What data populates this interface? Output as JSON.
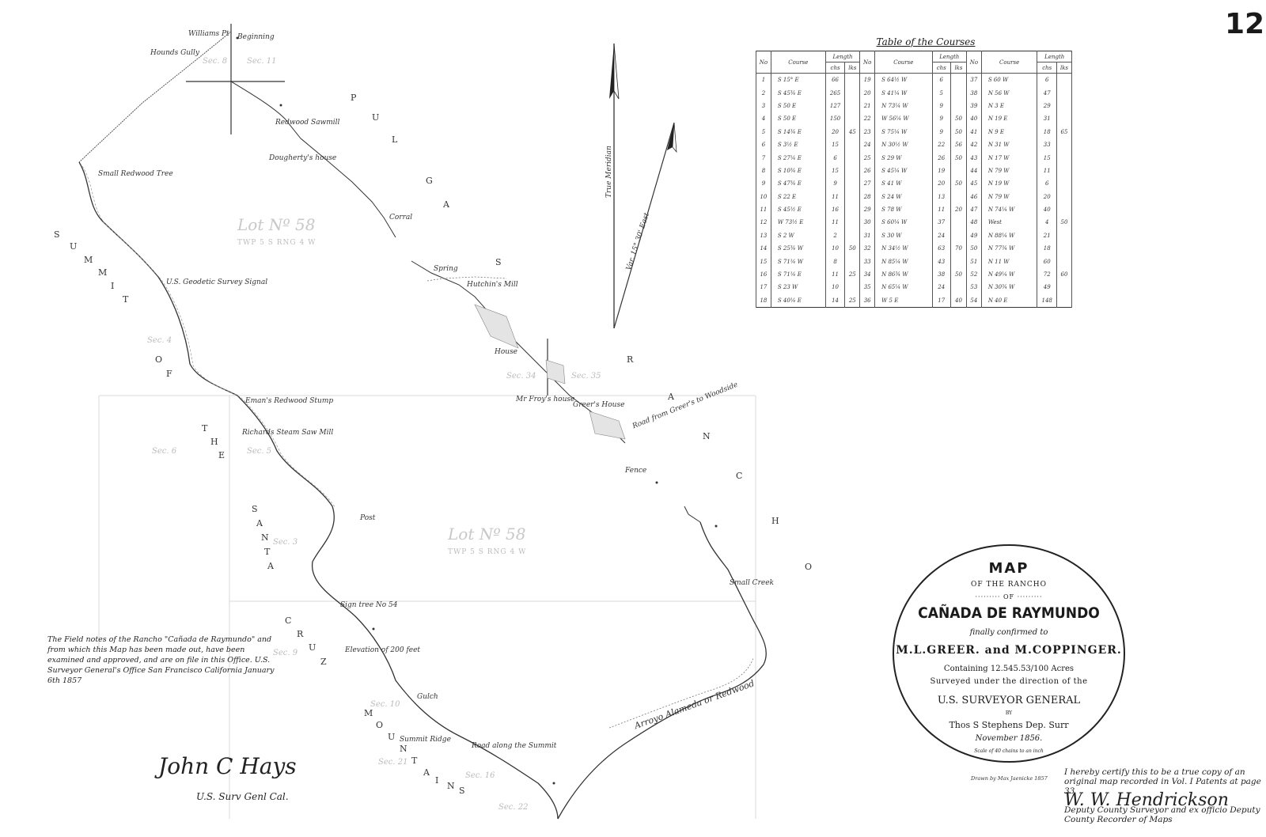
{
  "page_number": "12",
  "table": {
    "title": "Table of the Courses",
    "headers": [
      "No",
      "Course",
      "Length",
      "No",
      "Course",
      "Length",
      "No",
      "Course",
      "Length"
    ],
    "sub_headers": [
      "chs",
      "lks"
    ],
    "rows": [
      [
        "1",
        "S 15° E",
        "66",
        "",
        "19",
        "S 64½ W",
        "6",
        "",
        "37",
        "S 60 W",
        "6",
        ""
      ],
      [
        "2",
        "S 45¾ E",
        "265",
        "",
        "20",
        "S 41¼ W",
        "5",
        "",
        "38",
        "N 56 W",
        "47",
        ""
      ],
      [
        "3",
        "S 50 E",
        "127",
        "",
        "21",
        "N 73¼ W",
        "9",
        "",
        "39",
        "N 3 E",
        "29",
        ""
      ],
      [
        "4",
        "S 50 E",
        "150",
        "",
        "22",
        "W 56¼ W",
        "9",
        "50",
        "40",
        "N 19 E",
        "31",
        ""
      ],
      [
        "5",
        "S 14¾ E",
        "20",
        "45",
        "23",
        "S 75¼ W",
        "9",
        "50",
        "41",
        "N 9 E",
        "18",
        "65"
      ],
      [
        "6",
        "S 3½ E",
        "15",
        "",
        "24",
        "N 30½ W",
        "22",
        "56",
        "42",
        "N 31 W",
        "33",
        ""
      ],
      [
        "7",
        "S 27¼ E",
        "6",
        "",
        "25",
        "S 29 W",
        "26",
        "50",
        "43",
        "N 17 W",
        "15",
        ""
      ],
      [
        "8",
        "S 10¾ E",
        "15",
        "",
        "26",
        "S 45¼ W",
        "19",
        "",
        "44",
        "N 79 W",
        "11",
        ""
      ],
      [
        "9",
        "S 47¾ E",
        "9",
        "",
        "27",
        "S 41 W",
        "20",
        "50",
        "45",
        "N 19 W",
        "6",
        ""
      ],
      [
        "10",
        "S 22 E",
        "11",
        "",
        "28",
        "S 24 W",
        "13",
        "",
        "46",
        "N 79 W",
        "20",
        ""
      ],
      [
        "11",
        "S 45½ E",
        "16",
        "",
        "29",
        "S 78 W",
        "11",
        "20",
        "47",
        "N 74¼ W",
        "40",
        ""
      ],
      [
        "12",
        "W 73½ E",
        "11",
        "",
        "30",
        "S 60¼ W",
        "37",
        "",
        "48",
        "West",
        "4",
        "50"
      ],
      [
        "13",
        "S 2 W",
        "2",
        "",
        "31",
        "S 30 W",
        "24",
        "",
        "49",
        "N 88¼ W",
        "21",
        ""
      ],
      [
        "14",
        "S 25¾ W",
        "10",
        "50",
        "32",
        "N 34½ W",
        "63",
        "70",
        "50",
        "N 77¾ W",
        "18",
        ""
      ],
      [
        "15",
        "S 71¼ W",
        "8",
        "",
        "33",
        "N 85¼ W",
        "43",
        "",
        "51",
        "N 11 W",
        "60",
        ""
      ],
      [
        "16",
        "S 71¼ E",
        "11",
        "25",
        "34",
        "N 86¾ W",
        "38",
        "50",
        "52",
        "N 49¼ W",
        "72",
        "60"
      ],
      [
        "17",
        "S 23 W",
        "10",
        "",
        "35",
        "N 65¼ W",
        "24",
        "",
        "53",
        "N 30¾ W",
        "49",
        ""
      ],
      [
        "18",
        "S 40¼ E",
        "14",
        "25",
        "36",
        "W 5 E",
        "17",
        "40",
        "54",
        "N 40 E",
        "148",
        ""
      ]
    ]
  },
  "seal": {
    "map": "MAP",
    "of_the_rancho": "OF THE RANCHO",
    "of_line": "········· OF ·········",
    "name": "CAÑADA DE RAYMUNDO",
    "confirmed": "finally confirmed to",
    "owners": "M.L.GREER. and M.COPPINGER.",
    "containing": "Containing 12.545.53/100 Acres",
    "surveyed": "Surveyed under the direction of the",
    "surveyor": "U.S. SURVEYOR GENERAL",
    "by": "BY",
    "deputy": "Thos S Stephens Dep. Surr",
    "date": "November 1856.",
    "scale": "Scale of 40 chains to an inch"
  },
  "drawn_by": "Drawn by Max Jaenicke 1857",
  "certification": {
    "text": "I hereby certify this to be a true copy of an original map recorded in Vol. I Patents at page 33",
    "signature": "W. W. Hendrickson",
    "title": "Deputy County Surveyor and ex officio Deputy County Recorder of Maps"
  },
  "approval_note": {
    "text": "The Field notes of the Rancho \"Cañada de Raymundo\" and from which this Map has been made out, have been examined and approved, and are on file in this Office. U.S. Surveyor General's Office San Francisco California January 6th 1857",
    "signature": "John C Hays",
    "signature_title": "U.S. Surv Genl Cal."
  },
  "map": {
    "pulgas_label": [
      "P",
      "U",
      "L",
      "G",
      "A",
      "S",
      "R",
      "A",
      "N",
      "C",
      "H",
      "O"
    ],
    "summit_label": [
      "S",
      "U",
      "M",
      "M",
      "I",
      "T"
    ],
    "of_label": [
      "O",
      "F"
    ],
    "the_label": [
      "T",
      "H",
      "E"
    ],
    "santa_label": [
      "S",
      "A",
      "N",
      "T",
      "A"
    ],
    "cruz_label": [
      "C",
      "R",
      "U",
      "Z"
    ],
    "mountains_label": [
      "M",
      "O",
      "U",
      "N",
      "T",
      "A",
      "I",
      "N",
      "S"
    ],
    "true_meridian": "True Meridian",
    "var_meridian": "Var. 15° 30' East",
    "lot_upper": "Lot Nº 58",
    "lot_upper_sub": "TWP 5 S  RNG 4 W",
    "lot_lower": "Lot Nº 58",
    "lot_lower_sub": "TWP 5 S  RNG 4 W",
    "place_labels": [
      "Beginning",
      "Williams Pt",
      "Hounds Gully",
      "Redwood Sawmill",
      "Dougherty's house",
      "Small Redwood Tree",
      "U.S. Geodetic Survey Signal",
      "Eman's Redwood Stump",
      "Richards Steam Saw Mill",
      "Post",
      "Sign tree No 54",
      "Elevation of 200 feet",
      "Hutchin's Mill",
      "Mr Froy's house",
      "Greer's House",
      "Road from Greer's to Woodside",
      "Arroyo Alameda or Redwood",
      "Summit Ridge",
      "Road along the Summit",
      "Fence",
      "House",
      "Gulch",
      "Corral",
      "Spring",
      "Small Creek"
    ],
    "section_labels": [
      "Sec. 8",
      "Sec. 11",
      "Sec. 34",
      "Sec. 35",
      "Sec. 5",
      "Sec. 6",
      "Sec. 4",
      "Sec. 3",
      "Sec. 9",
      "Sec. 10",
      "Sec. 16",
      "Sec. 21",
      "Sec. 22"
    ]
  },
  "colors": {
    "ink": "#1a1a1a",
    "paper": "#ffffff",
    "faint": "#c8c8c8"
  }
}
